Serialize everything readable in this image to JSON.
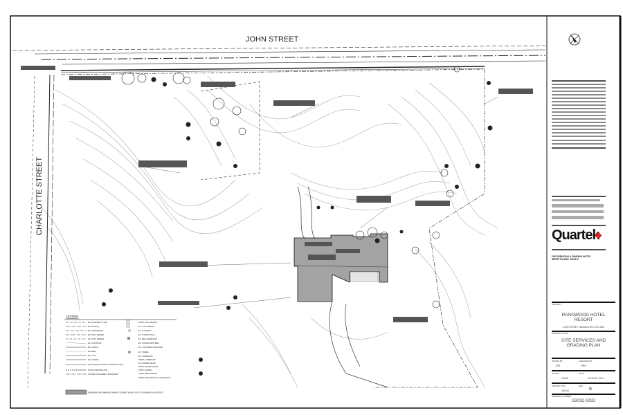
{
  "streets": {
    "north": "JOHN STREET",
    "west": "CHARLOTTE STREET"
  },
  "legend": {
    "title": "LEGEND",
    "line_items": [
      "EX. PROPERTY LINE",
      "EX. ROAD ℄",
      "EX. WATERMAIN",
      "EX. SAN. SEWER",
      "EX. STM. SEWER",
      "EX. CONTOUR",
      "EX. FENCE",
      "EX. BELL",
      "EX. GAS",
      "EX. HYDRO",
      "SILT FENCE DURING CONSTRUCTION",
      "DITCH CENTRE LINE",
      "STORM CATCHMENT BOUNDARY"
    ],
    "symbol_items": [
      "PROP. CATCHBASIN",
      "EX. CATCHBASIN",
      "EX. HYDRANT",
      "EX. HYDRO POLE",
      "EX. BELL PEDESTAL",
      "EX. FOUND IRON BAR",
      "EX. STANDARD IRON BAR",
      "EX. TREES",
      "EX. CURBSTOP",
      "PROP. CURBSTOP",
      "EX. WATER VALVE",
      "PROP. WATER VALVE",
      "PROP. GRADE",
      "TEMP. BENCHMARK",
      "PROP. ELEVATION EX. ELEVATION"
    ],
    "hatch_note": "DRIVEWAY AND PARKING AREAS TO MEET HEAVY DUTY STANDARDS AS NOTED"
  },
  "title_block": {
    "logo": "Quartek",
    "notes_ref": "FOR SERVICING & GRADING NOTES REFER TO DWG. 16032-G",
    "project_label": "PROJECT:",
    "project_name": "RANDWOOD HOTEL RESORT",
    "project_address": "JOHN STREET, NIAGARA-ON-THE-LAKE",
    "drawing_title_label": "DRAWING TITLE",
    "drawing_title": "SITE SERVICES AND GRADING PLAN",
    "drawn_by_label": "DRAWN BY",
    "drawn_by": "JTB",
    "checked_by_label": "CHECKED BY",
    "checked_by": "HEK",
    "scale_label": "SCALE",
    "scale": "1:500",
    "date_label": "DATE",
    "date": "28 NOV 2017",
    "project_no_label": "PROJECT NO.",
    "project_no": "16032",
    "rev_label": "REV",
    "rev": "B",
    "drawing_number_label": "DRAWING NUMBER",
    "drawing_number": "16032-SSG"
  },
  "colors": {
    "building": "#a0a0a0",
    "line": "#222222",
    "contour": "#9a9a9a"
  }
}
